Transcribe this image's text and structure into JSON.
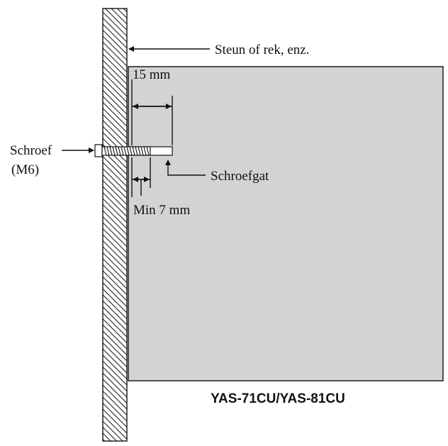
{
  "labels": {
    "support": "Steun of rek, enz.",
    "screw_line1": "Schroef",
    "screw_line2": "(M6)",
    "dimension_15": "15 mm",
    "screw_hole": "Schroefgat",
    "dimension_min": "Min 7 mm",
    "model": "YAS-71CU/YAS-81CU"
  },
  "colors": {
    "panel_fill": "#d3d3d3",
    "outline": "#111111",
    "wall_hatch": "#222222",
    "background": "#ffffff"
  }
}
